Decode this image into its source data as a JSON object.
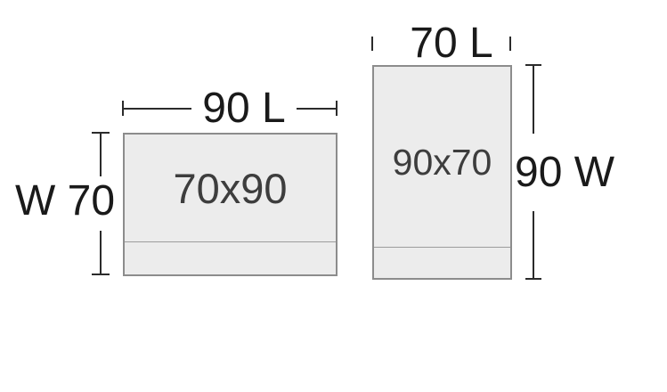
{
  "diagram": {
    "description": "Two panel dimension drawings showing orientation of 70x90 and 90x70 sizes",
    "colors": {
      "background": "#ffffff",
      "panel_fill": "#ececec",
      "panel_border": "#8c8c8c",
      "flap_line": "#9c9c9c",
      "dimension_line": "#2b2b2b",
      "dimension_text": "#1a1a1a",
      "size_text": "#3d3d3d"
    },
    "figures": [
      {
        "orientation": "landscape",
        "size_label": "70x90",
        "length_label": "90 L",
        "width_label": "W 70"
      },
      {
        "orientation": "portrait",
        "size_label": "90x70",
        "length_label": "70 L",
        "width_label": "90 W"
      }
    ]
  }
}
